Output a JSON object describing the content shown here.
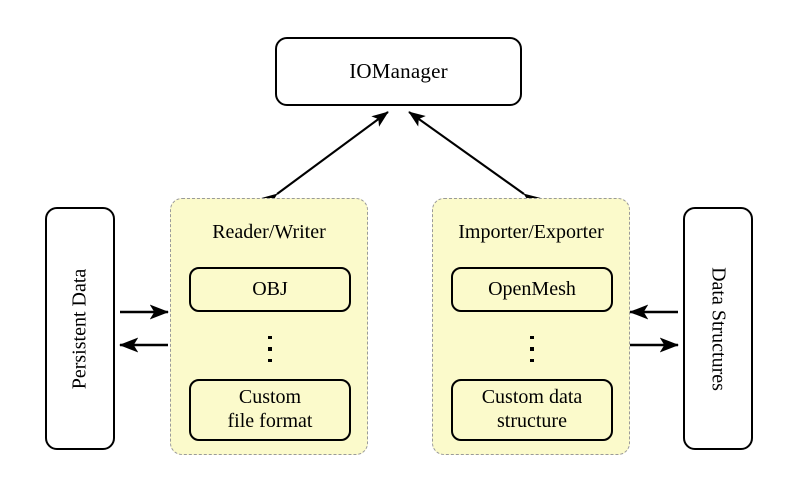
{
  "diagram": {
    "title_node": {
      "label": "IOManager"
    },
    "groups": [
      {
        "id": "reader-writer",
        "title": "Reader/Writer",
        "items": [
          {
            "label": "OBJ"
          },
          {
            "label": "⋮"
          },
          {
            "label": "Custom\nfile format",
            "line1": "Custom",
            "line2": "file format"
          }
        ]
      },
      {
        "id": "importer-exporter",
        "title": "Importer/Exporter",
        "items": [
          {
            "label": "OpenMesh"
          },
          {
            "label": "⋮"
          },
          {
            "label": "Custom data\nstructure",
            "line1": "Custom data",
            "line2": "structure"
          }
        ]
      }
    ],
    "side_nodes": [
      {
        "id": "persistent-data",
        "label": "Persistent Data",
        "orientation": "bottom-to-top"
      },
      {
        "id": "data-structures",
        "label": "Data Structures",
        "orientation": "top-to-bottom"
      }
    ],
    "connections": [
      {
        "from": "IOManager",
        "to": "Reader/Writer",
        "style": "double-headed-diagonal"
      },
      {
        "from": "IOManager",
        "to": "Importer/Exporter",
        "style": "double-headed-diagonal"
      },
      {
        "from": "Persistent Data",
        "to": "Reader/Writer",
        "style": "single-headed-right"
      },
      {
        "from": "Reader/Writer",
        "to": "Persistent Data",
        "style": "single-headed-left"
      },
      {
        "from": "Data Structures",
        "to": "Importer/Exporter",
        "style": "single-headed-left"
      },
      {
        "from": "Importer/Exporter",
        "to": "Data Structures",
        "style": "single-headed-right"
      }
    ]
  },
  "colors": {
    "group_fill": "#fbfacb",
    "group_border": "#9a9a9a",
    "node_border": "#000000",
    "background": "#ffffff",
    "text": "#000000"
  }
}
